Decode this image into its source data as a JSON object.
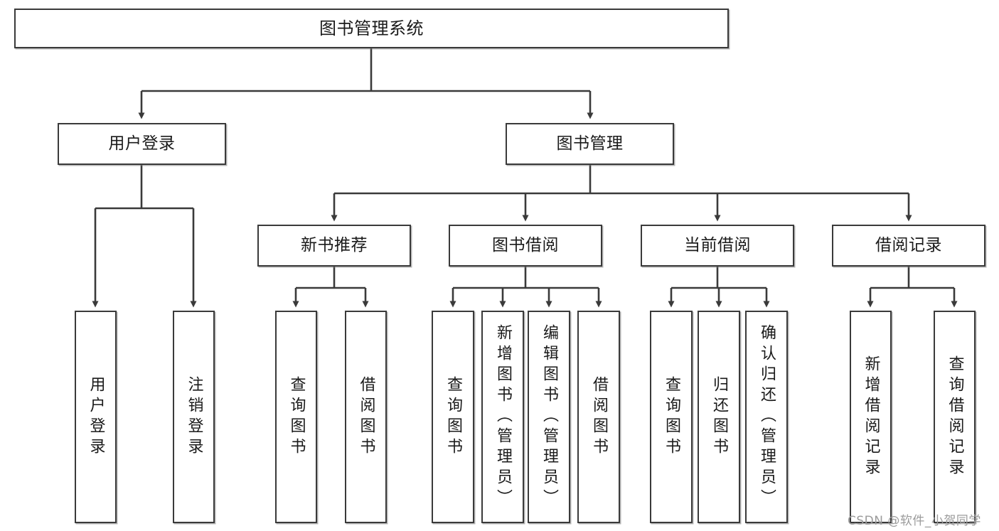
{
  "diagram": {
    "title": "图书管理系统",
    "type": "tree-hierarchy-chart",
    "orientation": "top-down",
    "colors": {
      "box_border": "#3a3a3a",
      "box_fill": "#ffffff",
      "connector": "#3a3a3a",
      "text": "#1a1a1a",
      "watermark": "#9b9b9b",
      "background": "#ffffff"
    }
  },
  "root": {
    "label": "图书管理系统"
  },
  "level2": [
    {
      "label": "用户登录"
    },
    {
      "label": "图书管理"
    }
  ],
  "level3": [
    {
      "label": "新书推荐"
    },
    {
      "label": "图书借阅"
    },
    {
      "label": "当前借阅"
    },
    {
      "label": "借阅记录"
    }
  ],
  "leaves": {
    "user_login": [
      {
        "label": "用户登录"
      },
      {
        "label": "注销登录"
      }
    ],
    "new_book_recommend": [
      {
        "label": "查询图书"
      },
      {
        "label": "借阅图书"
      }
    ],
    "book_borrow": [
      {
        "label": "查询图书"
      },
      {
        "label": "新增图书（管理员）"
      },
      {
        "label": "编辑图书（管理员）"
      },
      {
        "label": "借阅图书"
      }
    ],
    "current_borrow": [
      {
        "label": "查询图书"
      },
      {
        "label": "归还图书"
      },
      {
        "label": "确认归还（管理员）"
      }
    ],
    "borrow_record": [
      {
        "label": "新增借阅记录"
      },
      {
        "label": "查询借阅记录"
      }
    ]
  },
  "watermark": {
    "text": "CSDN @软件_小贺同学"
  }
}
